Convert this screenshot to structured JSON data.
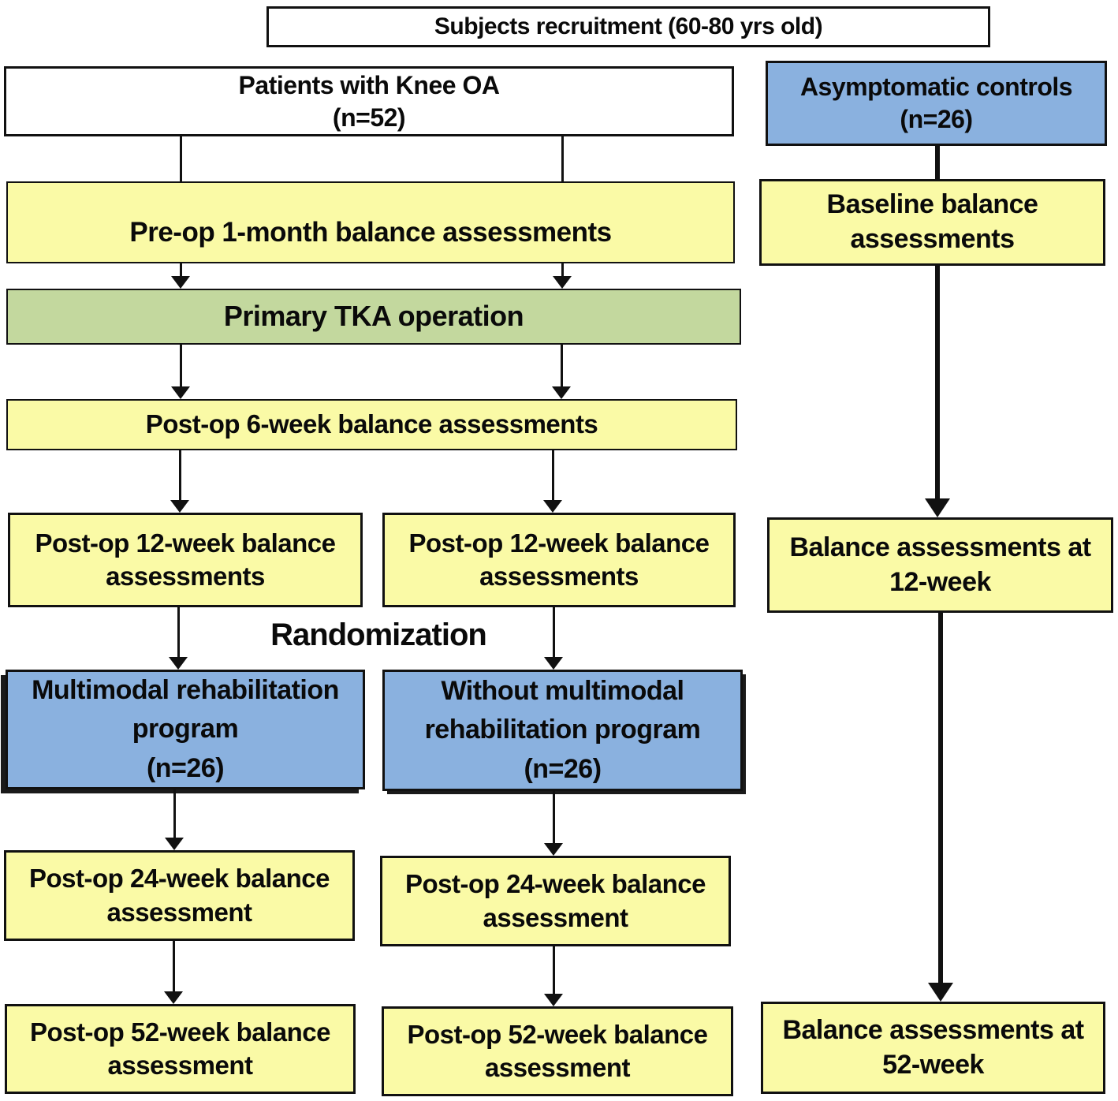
{
  "title": "TKA balance study flow diagram",
  "colors": {
    "bg": "#ffffff",
    "box_white": "#ffffff",
    "box_yellow": "#fafaa6",
    "box_green": "#c3d89e",
    "box_blue": "#8ab1df",
    "border": "#111111",
    "arrow": "#111111"
  },
  "nodes": {
    "recruitment": "Subjects recruitment (60-80 yrs old)",
    "patients": "Patients with Knee OA\n(n=52)",
    "controls": "Asymptomatic controls\n(n=26)",
    "preop": "Pre-op 1-month balance assessments",
    "tka": "Primary TKA operation",
    "postop6": "Post-op 6-week balance assessments",
    "postop12_left": "Post-op 12-week balance\nassessments",
    "postop12_mid": "Post-op 12-week balance\nassessments",
    "randomization": "Randomization",
    "rehab": "Multimodal rehabilitation\nprogram\n(n=26)",
    "no_rehab": "Without multimodal\nrehabilitation program\n(n=26)",
    "postop24_left": "Post-op 24-week balance\nassessment",
    "postop24_mid": "Post-op 24-week balance\nassessment",
    "postop52_left": "Post-op 52-week balance\nassessment",
    "postop52_mid": "Post-op 52-week balance\nassessment",
    "baseline": "Baseline balance\nassessments",
    "balance12": "Balance assessments at\n12-week",
    "balance52": "Balance assessments at\n52-week"
  }
}
